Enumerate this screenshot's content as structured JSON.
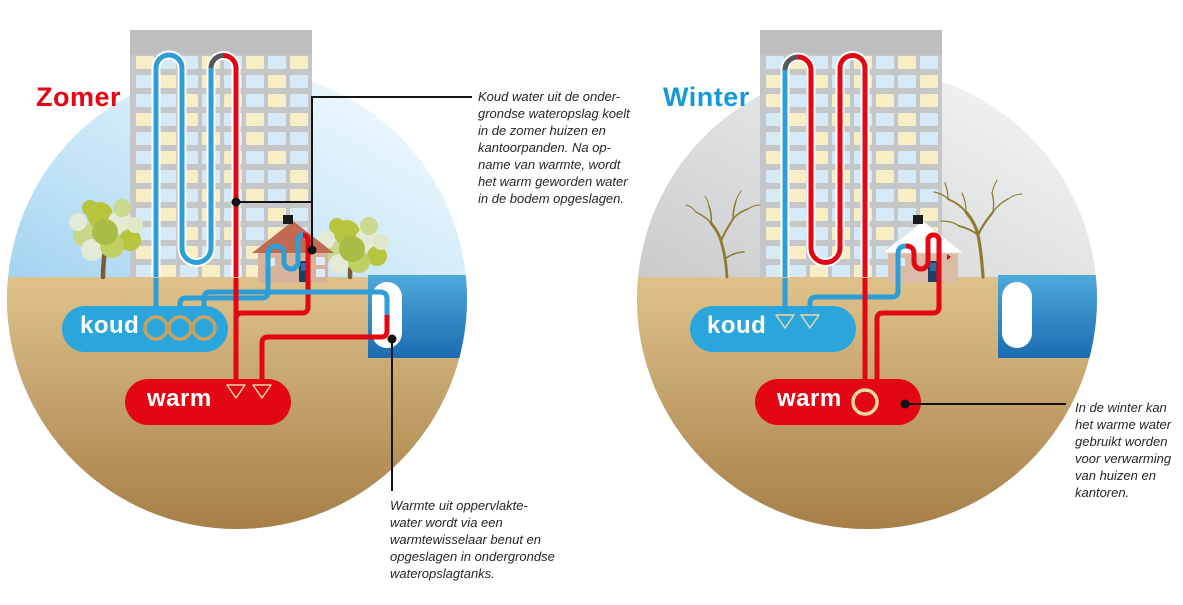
{
  "summer": {
    "title": "Zomer",
    "title_color": "#e30613",
    "cold_label": "koud",
    "warm_label": "warm",
    "callout_cooling": "Koud water uit de onder-\ngrondse wateropslag koelt\nin de zomer huizen en\nkantoorpanden. Na op-\nname van warmte, wordt\nhet warm geworden water\nin de bodem opgeslagen.",
    "callout_exchanger": "Warmte uit oppervlakte-\nwater wordt via een\nwarmtewisselaar benut en\nopgeslagen in ondergrondse\nwateropslagtanks."
  },
  "winter": {
    "title": "Winter",
    "title_color": "#1598d6",
    "cold_label": "koud",
    "warm_label": "warm",
    "callout_heating": "In de winter kan\nhet warme water\ngebruikt worden\nvoor verwarming\nvan huizen en\nkantoren."
  },
  "colors": {
    "red": "#e30613",
    "pipe_blue": "#2d9fd6",
    "pill_blue": "#2aa6dc",
    "water_blue": "#1d70b4",
    "ground_tan": "#c49a5f",
    "summer_sky": "#9ccdee",
    "winter_sky": "#c6c8ca"
  }
}
